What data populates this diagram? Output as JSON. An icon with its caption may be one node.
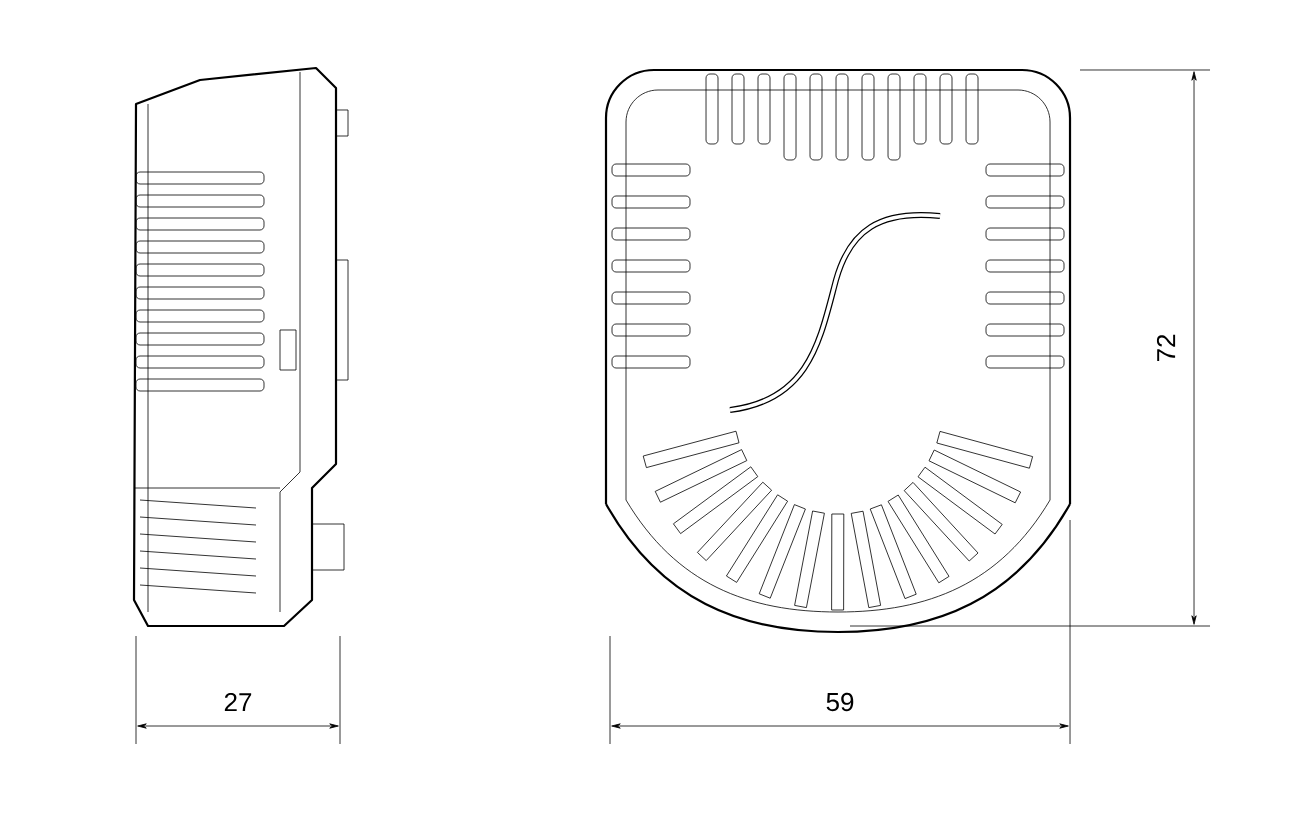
{
  "diagram": {
    "labels": [
      "72",
      "27",
      "59"
    ]
  }
}
